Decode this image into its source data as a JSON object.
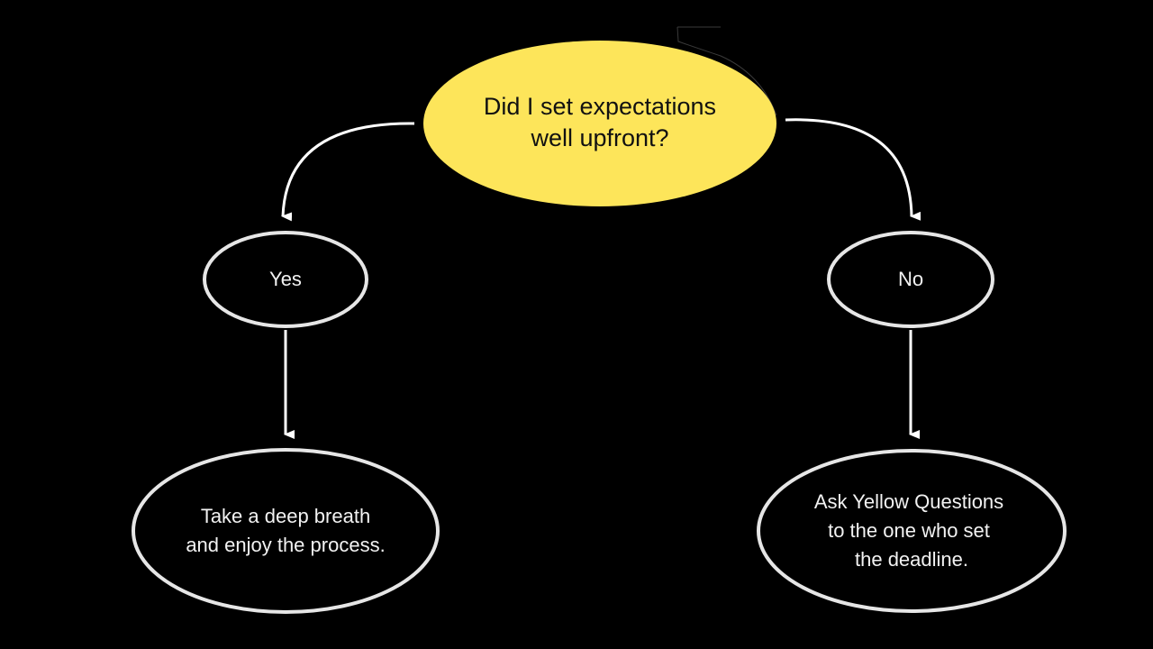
{
  "diagram": {
    "type": "decision-flowchart",
    "colors": {
      "background": "#000000",
      "question_fill": "#fde55a",
      "question_text": "#111111",
      "outline": "#e6e6e6",
      "node_text": "#f2f2f2",
      "arrow": "#ffffff"
    },
    "question": {
      "lines": [
        "Did I set expectations",
        "well upfront?"
      ]
    },
    "branches": [
      {
        "answer": "Yes",
        "result_lines": [
          "Take a deep breath",
          "and enjoy the process."
        ]
      },
      {
        "answer": "No",
        "result_lines": [
          "Ask Yellow Questions",
          "to the one who set",
          "the deadline."
        ]
      }
    ],
    "edges": [
      {
        "from": "question",
        "to": "yes"
      },
      {
        "from": "question",
        "to": "no"
      },
      {
        "from": "yes",
        "to": "yes-result"
      },
      {
        "from": "no",
        "to": "no-result"
      }
    ]
  }
}
